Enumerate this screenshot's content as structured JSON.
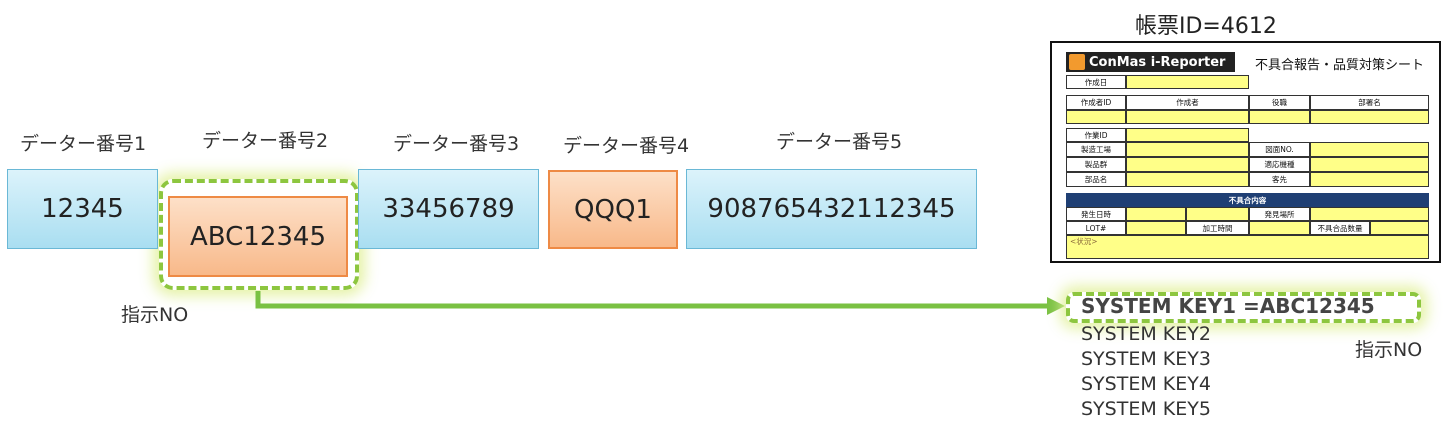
{
  "fields": [
    {
      "label": "データー番号1",
      "value": "12345"
    },
    {
      "label": "データー番号2",
      "value": "ABC12345"
    },
    {
      "label": "データー番号3",
      "value": "33456789"
    },
    {
      "label": "データー番号4",
      "value": "QQQ1"
    },
    {
      "label": "データー番号5",
      "value": "908765432112345"
    }
  ],
  "instruction_label": "指示NO",
  "form_id_title": "帳票ID=4612",
  "form": {
    "logo": "ConMas i-Reporter",
    "title": "不具合報告・品質対策シート",
    "created_date": "作成日",
    "author_id": "作成者ID",
    "author": "作成者",
    "position": "役職",
    "dept": "部署名",
    "work_id": "作業ID",
    "factory": "製造工場",
    "drawing_no": "図面NO.",
    "product_group": "製品群",
    "applicable_model": "適応機種",
    "part_name": "部品名",
    "customer": "客先",
    "section_title": "不具合内容",
    "occurred_at": "発生日時",
    "found_place": "発見場所",
    "lot": "LOT#",
    "processing_time": "加工時間",
    "defect_qty": "不具合品数量",
    "status_note": "<状況>"
  },
  "system_keys": {
    "key1": "SYSTEM KEY1 =ABC12345",
    "key2": "SYSTEM KEY2",
    "key3": "SYSTEM KEY3",
    "key4": "SYSTEM KEY4",
    "key5": "SYSTEM KEY5"
  },
  "instruction_label_right": "指示NO",
  "colors": {
    "highlight": "#8dc63f",
    "arrow": "#7ac143",
    "blue_box": "#a9def1",
    "orange_box": "#f8b98a"
  }
}
